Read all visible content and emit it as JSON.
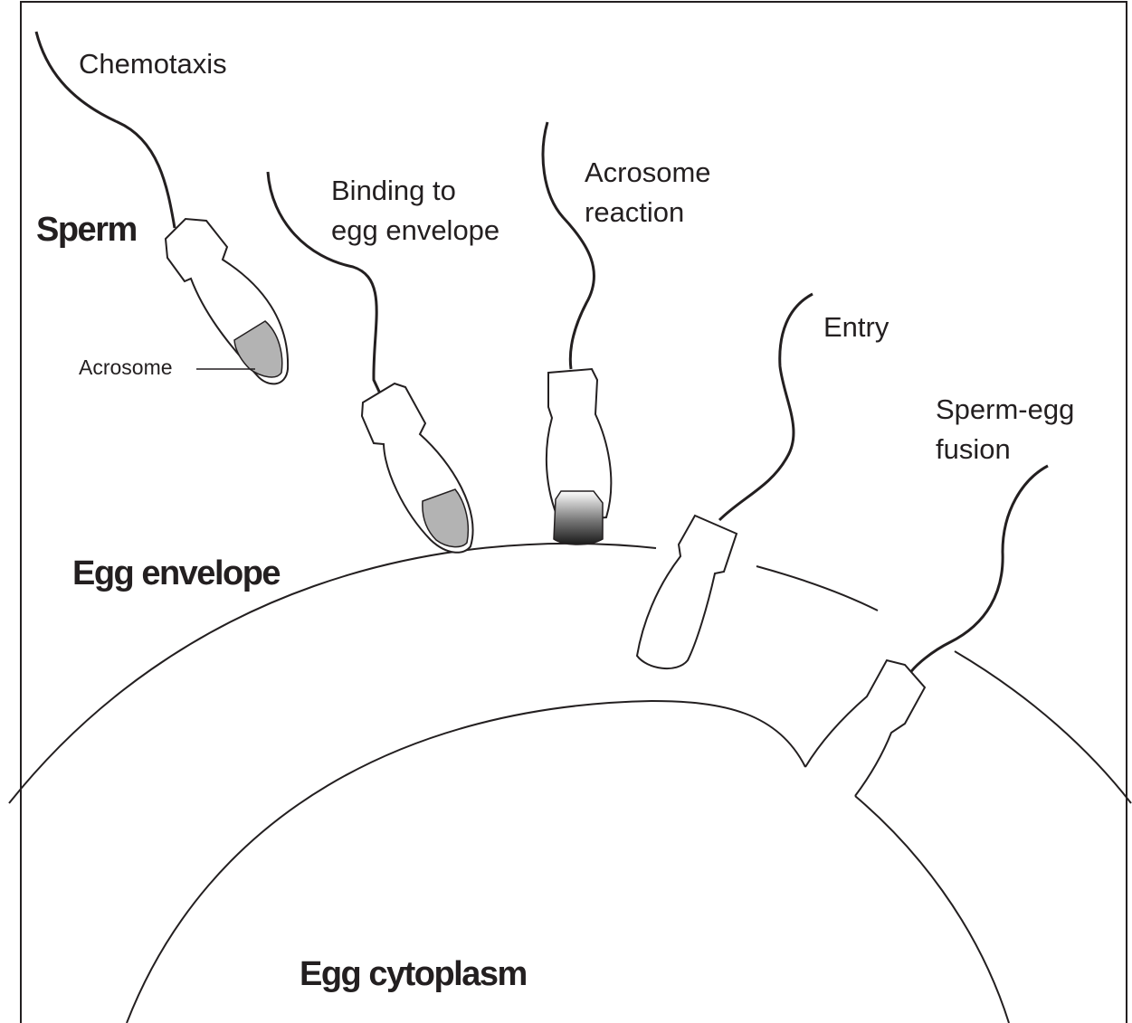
{
  "colors": {
    "ink": "#231f20",
    "sperm_fill": "#ffffff",
    "acrosome_fill": "#b3b3b3",
    "reaction_dark": "#1a1a1a"
  },
  "labels": {
    "chemotaxis": "Chemotaxis",
    "sperm": "Sperm",
    "acrosome": "Acrosome",
    "binding_line1": "Binding to",
    "binding_line2": "egg envelope",
    "acrosome_reaction_line1": "Acrosome",
    "acrosome_reaction_line2": "reaction",
    "entry": "Entry",
    "fusion_line1": "Sperm-egg",
    "fusion_line2": "fusion",
    "egg_envelope": "Egg envelope",
    "egg_cytoplasm": "Egg cytoplasm"
  }
}
